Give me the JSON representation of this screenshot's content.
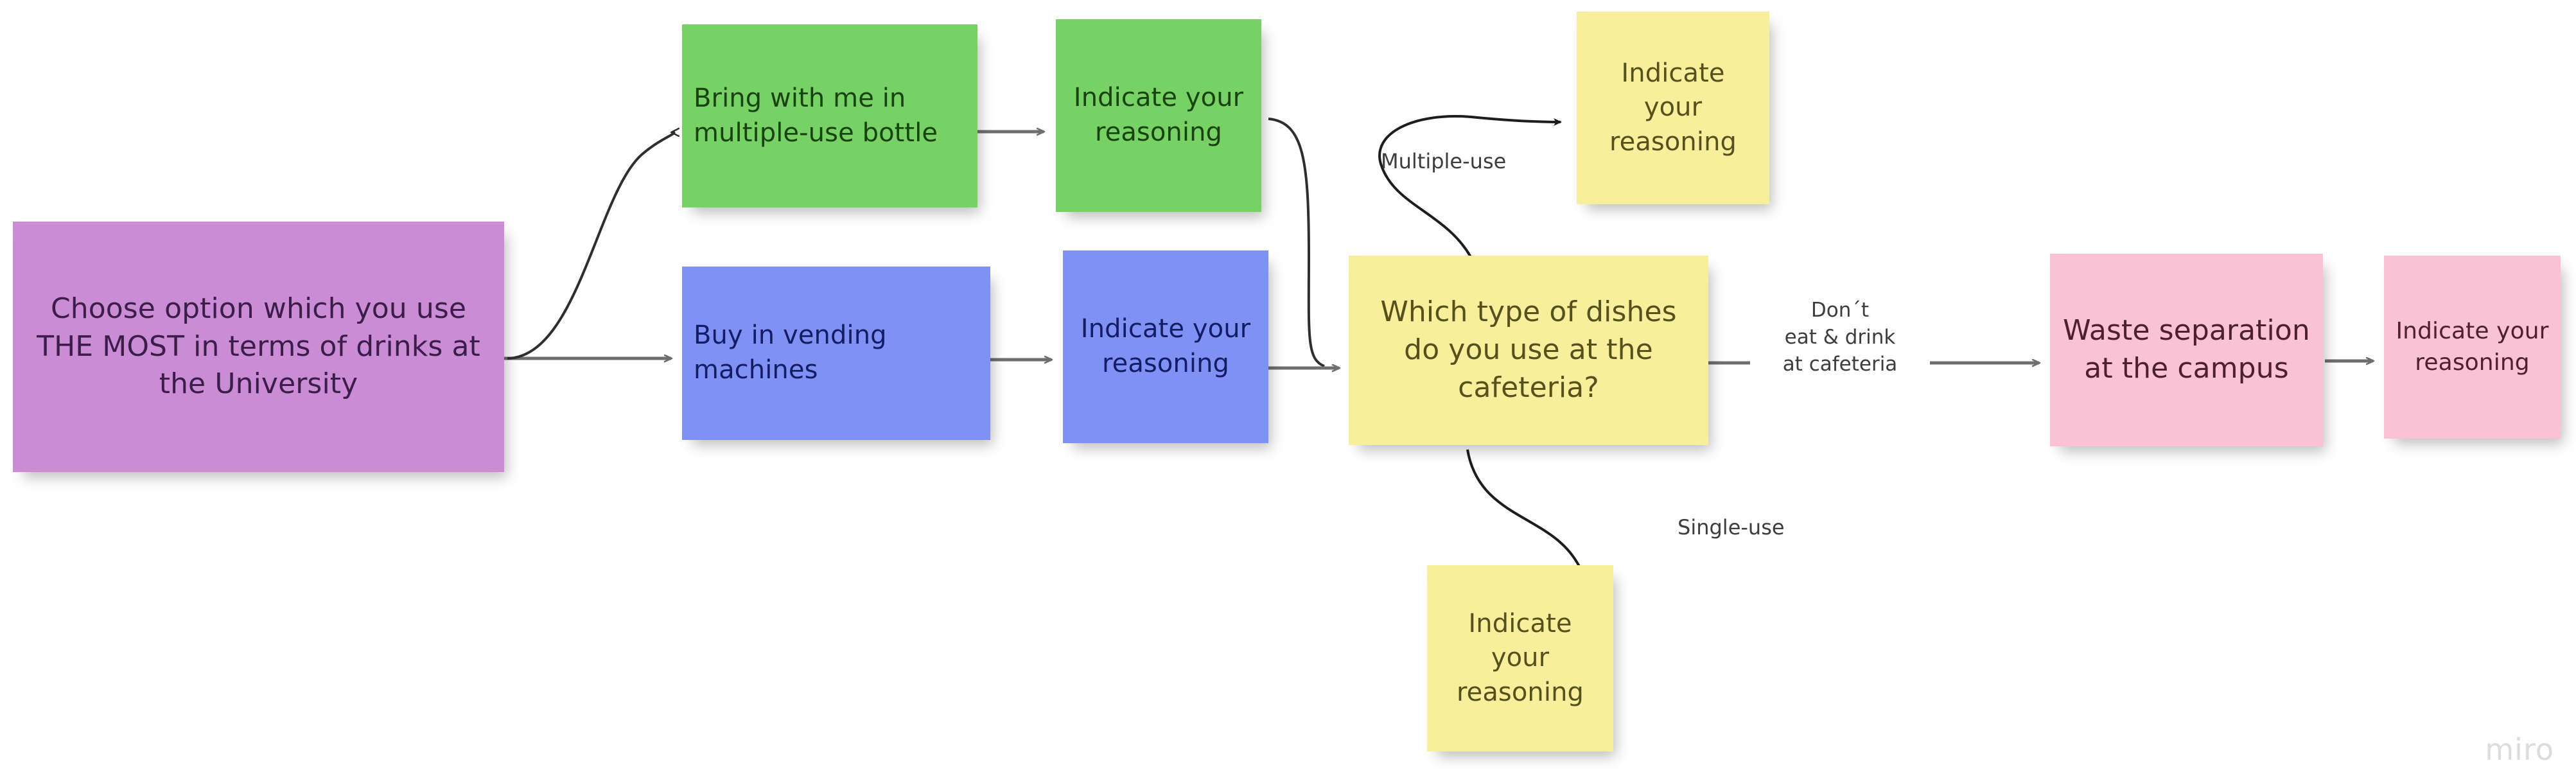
{
  "board": {
    "app": "miro",
    "watermark": "miro",
    "background_color": "#ffffff"
  },
  "colors": {
    "purple": "#cb8cd6",
    "green": "#77d165",
    "blue": "#7f92f4",
    "yellow": "#f7ef9b",
    "pink": "#fbc2d6",
    "connector": "#2e2e2e",
    "straight_connector": "#6e6e6e",
    "label_text": "#3d3d3d",
    "watermark_text": "#dcdcdf"
  },
  "notes": [
    {
      "id": "start-question",
      "text": "Choose option which you use THE MOST in terms of drinks at the University",
      "color": "purple",
      "font_size": 44
    },
    {
      "id": "option-bottle",
      "text": "Bring with me in multiple-use bottle",
      "color": "green",
      "font_size": 40
    },
    {
      "id": "reasoning-bottle",
      "text": "Indicate your reasoning",
      "color": "green",
      "font_size": 40
    },
    {
      "id": "option-vending",
      "text": "Buy in vending machines",
      "color": "blue",
      "font_size": 40
    },
    {
      "id": "reasoning-vending",
      "text": "Indicate your reasoning",
      "color": "blue",
      "font_size": 40
    },
    {
      "id": "dishes-question",
      "text": "Which type of dishes do you use at the cafeteria?",
      "color": "yellow",
      "font_size": 44
    },
    {
      "id": "reasoning-multiple-use",
      "text": "Indicate your reasoning",
      "color": "yellow",
      "font_size": 40
    },
    {
      "id": "reasoning-single-use",
      "text": "Indicate your reasoning",
      "color": "yellow",
      "font_size": 40
    },
    {
      "id": "waste-separation",
      "text": "Waste separation at the campus",
      "color": "pink",
      "font_size": 44
    },
    {
      "id": "reasoning-waste",
      "text": "Indicate your reasoning",
      "color": "pink",
      "font_size": 36
    }
  ],
  "edge_labels": [
    {
      "id": "multiple-use",
      "text": "Multiple-use"
    },
    {
      "id": "single-use",
      "text": "Single-use"
    },
    {
      "id": "dont-eat-drink",
      "line1": "Don´t",
      "line2": "eat & drink",
      "line3": "at cafeteria"
    }
  ]
}
